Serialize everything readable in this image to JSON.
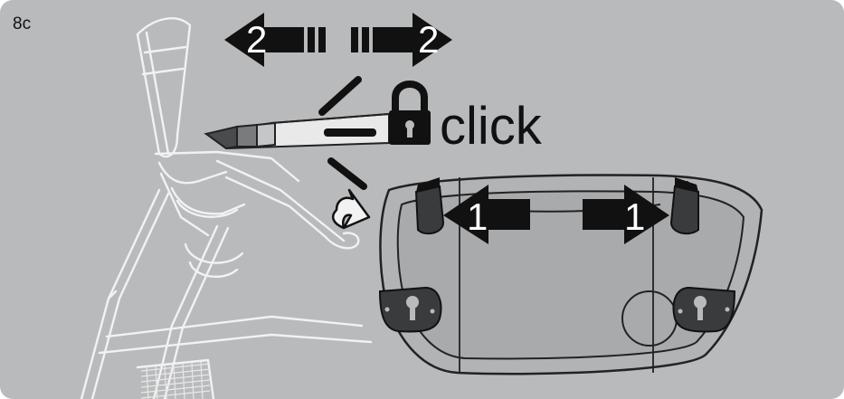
{
  "step_label": "8c",
  "click_text": "click",
  "arrow_numbers": {
    "top_left": "2",
    "top_right": "2",
    "tray_left": "1",
    "tray_right": "1"
  },
  "colors": {
    "background": "#b9babc",
    "arrow_fill": "#111111",
    "arrow_number": "#ffffff",
    "outline_light": "#ececec",
    "tray_fill": "#b3b4b6",
    "tray_dark": "#3a3b3d"
  },
  "icons": [
    "lock-icon",
    "curved-arrow-icon",
    "release-button-icon"
  ]
}
